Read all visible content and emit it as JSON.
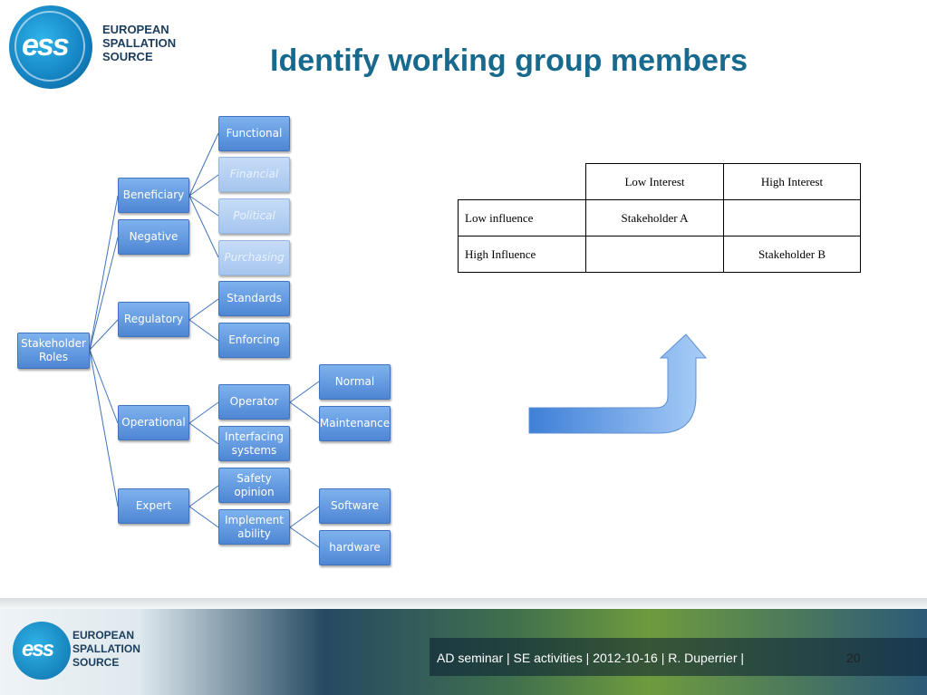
{
  "header": {
    "logo_lines": [
      "EUROPEAN",
      "SPALLATION",
      "SOURCE"
    ],
    "logo_mark": "ess",
    "title": "Identify working group members"
  },
  "diagram": {
    "root": "Stakeholder Roles",
    "nodes": {
      "beneficiary": "Beneficiary",
      "functional": "Functional",
      "financial": "Financial",
      "political": "Political",
      "purchasing": "Purchasing",
      "negative": "Negative",
      "regulatory": "Regulatory",
      "standards": "Standards",
      "enforcing": "Enforcing",
      "operational": "Operational",
      "operator": "Operator",
      "normal": "Normal",
      "maintenance": "Maintenance",
      "interfacing": "Interfacing systems",
      "expert": "Expert",
      "safety": "Safety opinion",
      "implement": "Implement ability",
      "software": "Software",
      "hardware": "hardware"
    },
    "colors": {
      "node": "#5b8fd8",
      "node_pale": "#b3cff1",
      "line": "#3f73bd"
    }
  },
  "matrix": {
    "columns": [
      "Low Interest",
      "High Interest"
    ],
    "rows": [
      {
        "label": "Low influence",
        "low": "Stakeholder A",
        "high": ""
      },
      {
        "label": "High Influence",
        "low": "",
        "high": "Stakeholder B"
      }
    ]
  },
  "footer": {
    "logo_lines": [
      "EUROPEAN",
      "SPALLATION",
      "SOURCE"
    ],
    "logo_mark": "ess",
    "caption": "AD seminar | SE activities |  2012-10-16 | R. Duperrier |",
    "page_number": "20"
  }
}
